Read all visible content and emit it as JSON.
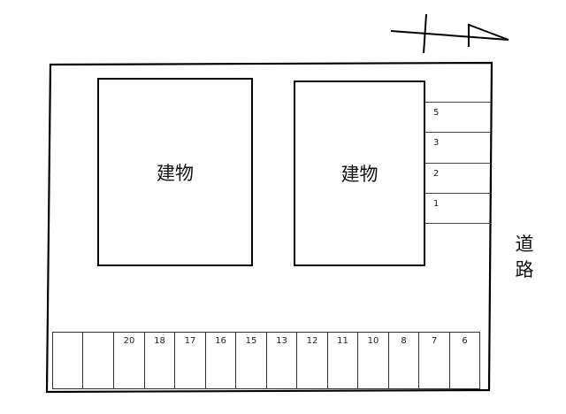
{
  "diagram": {
    "type": "parking lot site plan",
    "north_arrow": {
      "icon": "north-arrow-icon"
    },
    "buildings": [
      {
        "label": "建物"
      },
      {
        "label": "建物"
      }
    ],
    "road_label": "道路",
    "right_stalls": [
      {
        "number": "5"
      },
      {
        "number": "3"
      },
      {
        "number": "2"
      },
      {
        "number": "1"
      }
    ],
    "bottom_stalls": [
      {
        "number": ""
      },
      {
        "number": ""
      },
      {
        "number": "20"
      },
      {
        "number": "18"
      },
      {
        "number": "17"
      },
      {
        "number": "16"
      },
      {
        "number": "15"
      },
      {
        "number": "13"
      },
      {
        "number": "12"
      },
      {
        "number": "11"
      },
      {
        "number": "10"
      },
      {
        "number": "8"
      },
      {
        "number": "7"
      },
      {
        "number": "6"
      }
    ],
    "colors": {
      "line": "#000000",
      "background": "#ffffff"
    }
  }
}
